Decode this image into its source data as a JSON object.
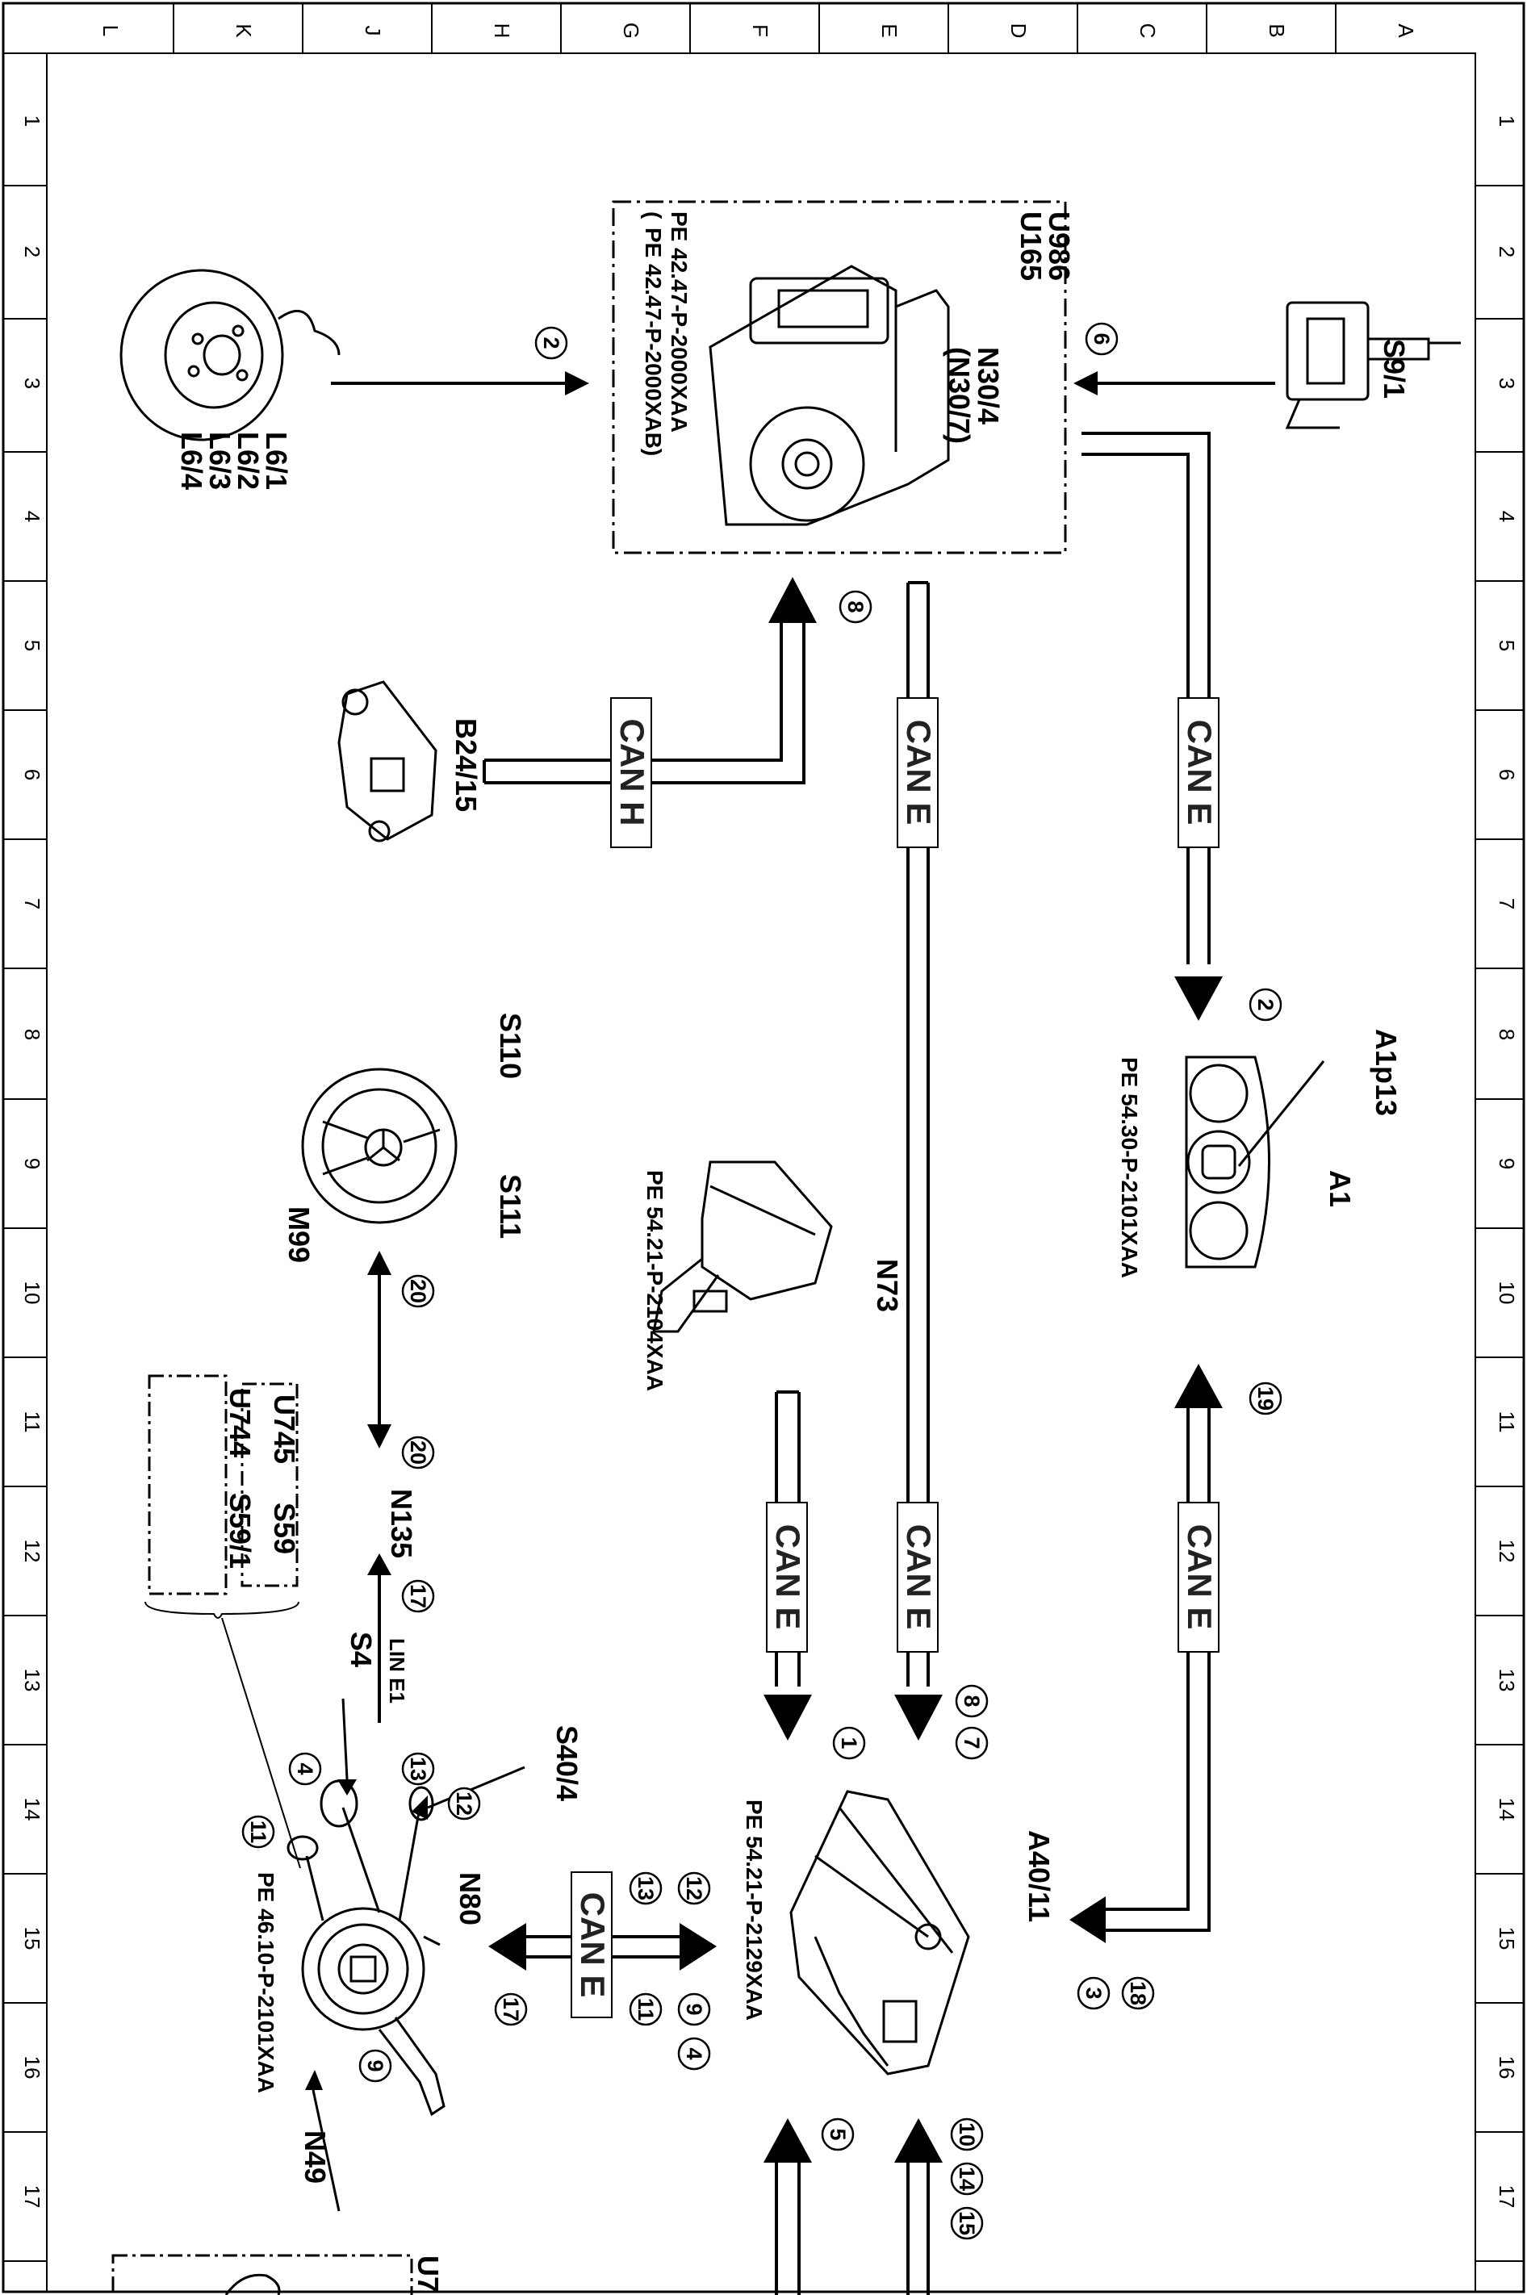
{
  "frame": {
    "columns": [
      "L",
      "K",
      "J",
      "H",
      "G",
      "F",
      "E",
      "D",
      "C",
      "B",
      "A"
    ],
    "rows": [
      "1",
      "2",
      "3",
      "4",
      "5",
      "6",
      "7",
      "8",
      "9",
      "10",
      "11",
      "12",
      "13",
      "14",
      "15",
      "16",
      "17"
    ]
  },
  "components": {
    "n30_4": "N30/4",
    "n30_7": "(N30/7)",
    "u165": "U165",
    "u986": "U986",
    "pe_4247_xaa": "PE  42.47-P-2000XAA",
    "pe_4247_xab": "PE  42.47-P-2000XAB)",
    "pe_4247_xab_open": "(",
    "s9_1": "S9/1",
    "l6_1": "L6/1",
    "l6_2": "L6/2",
    "l6_3": "L6/3",
    "l6_4": "L6/4",
    "b24_15": "B24/15",
    "a1": "A1",
    "a1p13": "A1p13",
    "pe_5430": "PE  54.30-P-2101XAA",
    "n73": "N73",
    "pe_5421_2104": "PE  54.21-P-2104XAA",
    "s110": "S110",
    "s111": "S111",
    "m99": "M99",
    "n135": "N135",
    "u745": "U745",
    "s59": "S59",
    "u744": "U744",
    "s59_1": "S59/1",
    "lin_e1": "LIN E1",
    "s4": "S4",
    "s40_4": "S40/4",
    "n80": "N80",
    "pe_4610": "PE  46.10-P-2101XAA",
    "n49": "N49",
    "a40_11": "A40/11",
    "pe_5421_2129": "PE  54.21-P-2129XAA",
    "u7_partial": "U7"
  },
  "buses": {
    "can_h": "CAN H",
    "can_e": "CAN E"
  },
  "callouts": {
    "c2_left": "2",
    "c6": "6",
    "c8_top": "8",
    "c2_cluster": "2",
    "c19": "19",
    "c1": "1",
    "c7": "7",
    "c8_low": "8",
    "c3": "3",
    "c18": "18",
    "c12_a": "12",
    "c13_a": "13",
    "c9_a": "9",
    "c11_a": "11",
    "c4_a": "4",
    "c17_a": "17",
    "c5": "5",
    "c10": "10",
    "c14": "14",
    "c15": "15",
    "c20_a": "20",
    "c20_b": "20",
    "c17_b": "17",
    "c13_b": "13",
    "c4_b": "4",
    "c12_b": "12",
    "c11_b": "11",
    "c9_b": "9"
  }
}
